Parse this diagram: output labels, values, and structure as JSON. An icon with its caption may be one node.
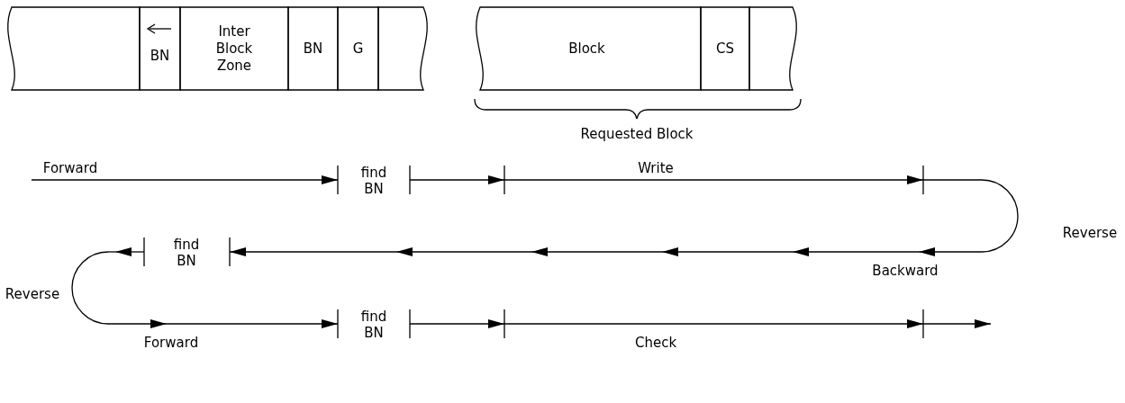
{
  "diagram": {
    "nodes": [
      {
        "text": [],
        "shape": "box"
      },
      {
        "text": [
          "BN"
        ]
      },
      {
        "text": [
          "Inter Block Zone"
        ]
      },
      {
        "text": [
          "BN"
        ]
      },
      {
        "text": [
          "G"
        ]
      },
      {
        "text": [],
        "shape": "box"
      },
      {
        "text": [
          "Block"
        ]
      },
      {
        "text": [
          "CS"
        ]
      },
      {
        "text": [],
        "shape": "box"
      }
    ],
    "labels": [
      "Requested Block",
      "Forward",
      "find BN",
      "Write",
      "Reverse",
      "find BN",
      "Backward",
      "Reverse",
      "Forward",
      "find BN",
      "Check"
    ]
  }
}
